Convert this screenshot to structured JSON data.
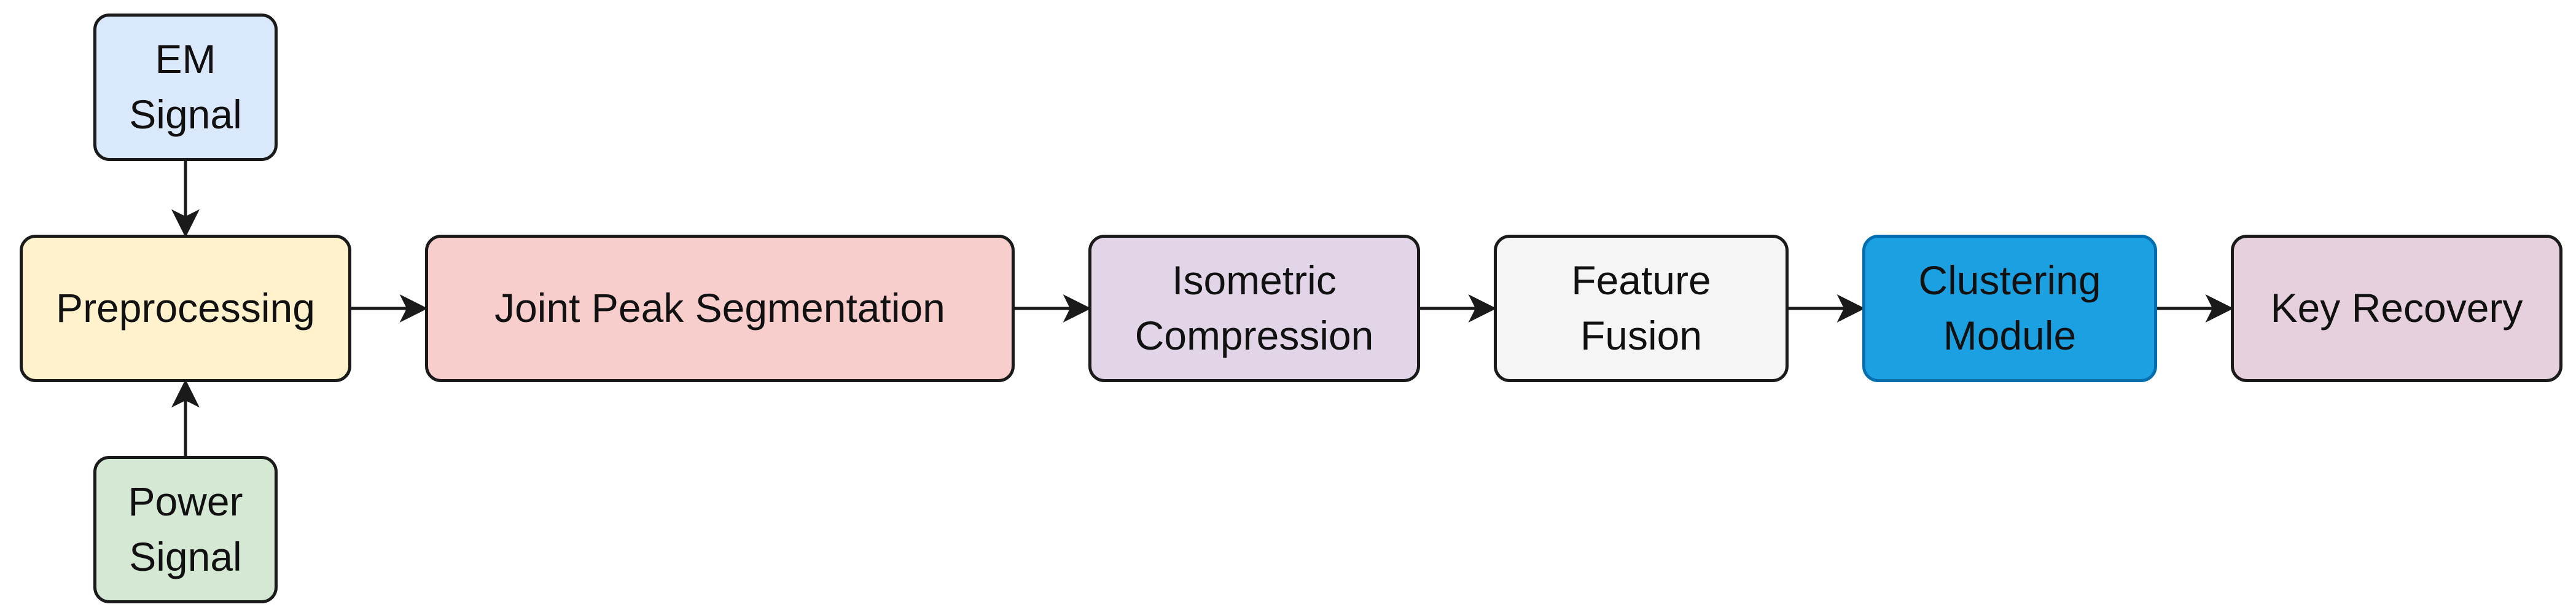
{
  "diagram": {
    "nodes": {
      "em_signal": {
        "label": "EM\nSignal",
        "fill": "#dae8fc"
      },
      "power_signal": {
        "label": "Power\nSignal",
        "fill": "#d5e8d4"
      },
      "preprocessing": {
        "label": "Preprocessing",
        "fill": "#fff2cc"
      },
      "joint_peak": {
        "label": "Joint Peak Segmentation",
        "fill": "#f8cecc"
      },
      "isometric": {
        "label": "Isometric\nCompression",
        "fill": "#e1d5e7"
      },
      "feature_fusion": {
        "label": "Feature\nFusion",
        "fill": "#f5f5f5"
      },
      "clustering": {
        "label": "Clustering\nModule",
        "fill": "#1ba1e2",
        "border": "#006eaf"
      },
      "key_recovery": {
        "label": "Key Recovery",
        "fill": "#e6d0de"
      }
    },
    "edges": [
      {
        "from": "em_signal",
        "to": "preprocessing"
      },
      {
        "from": "power_signal",
        "to": "preprocessing"
      },
      {
        "from": "preprocessing",
        "to": "joint_peak"
      },
      {
        "from": "joint_peak",
        "to": "isometric"
      },
      {
        "from": "isometric",
        "to": "feature_fusion"
      },
      {
        "from": "feature_fusion",
        "to": "clustering"
      },
      {
        "from": "clustering",
        "to": "key_recovery"
      }
    ],
    "colors": {
      "stroke": "#1a1a1a",
      "text": "#111111"
    }
  }
}
